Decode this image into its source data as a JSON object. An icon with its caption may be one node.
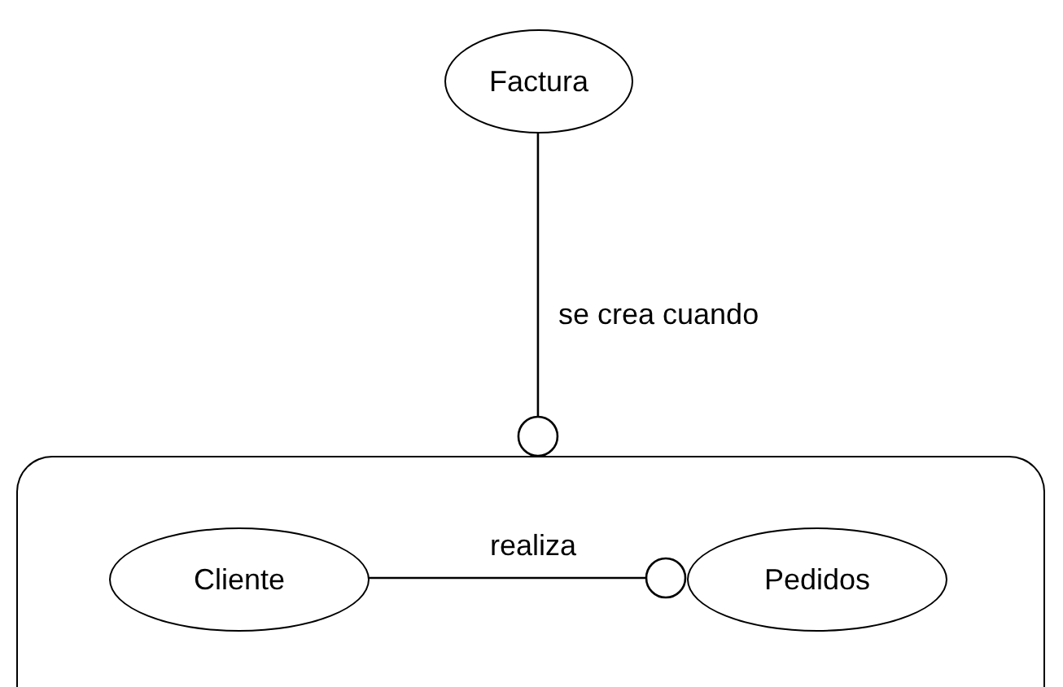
{
  "diagram": {
    "nodes": [
      {
        "text": [
          "Factura"
        ]
      },
      {
        "text": [],
        "shape": "box"
      },
      {
        "text": [
          "Cliente"
        ],
        "in": 1
      },
      {
        "text": [
          "Pedidos"
        ],
        "in": 1
      }
    ],
    "edges": [
      {
        "from": 0,
        "to": 1,
        "arrow": "other",
        "label": "se crea cuando"
      },
      {
        "from": 2,
        "to": 3,
        "arrow": "other",
        "label": "realiza"
      }
    ]
  }
}
